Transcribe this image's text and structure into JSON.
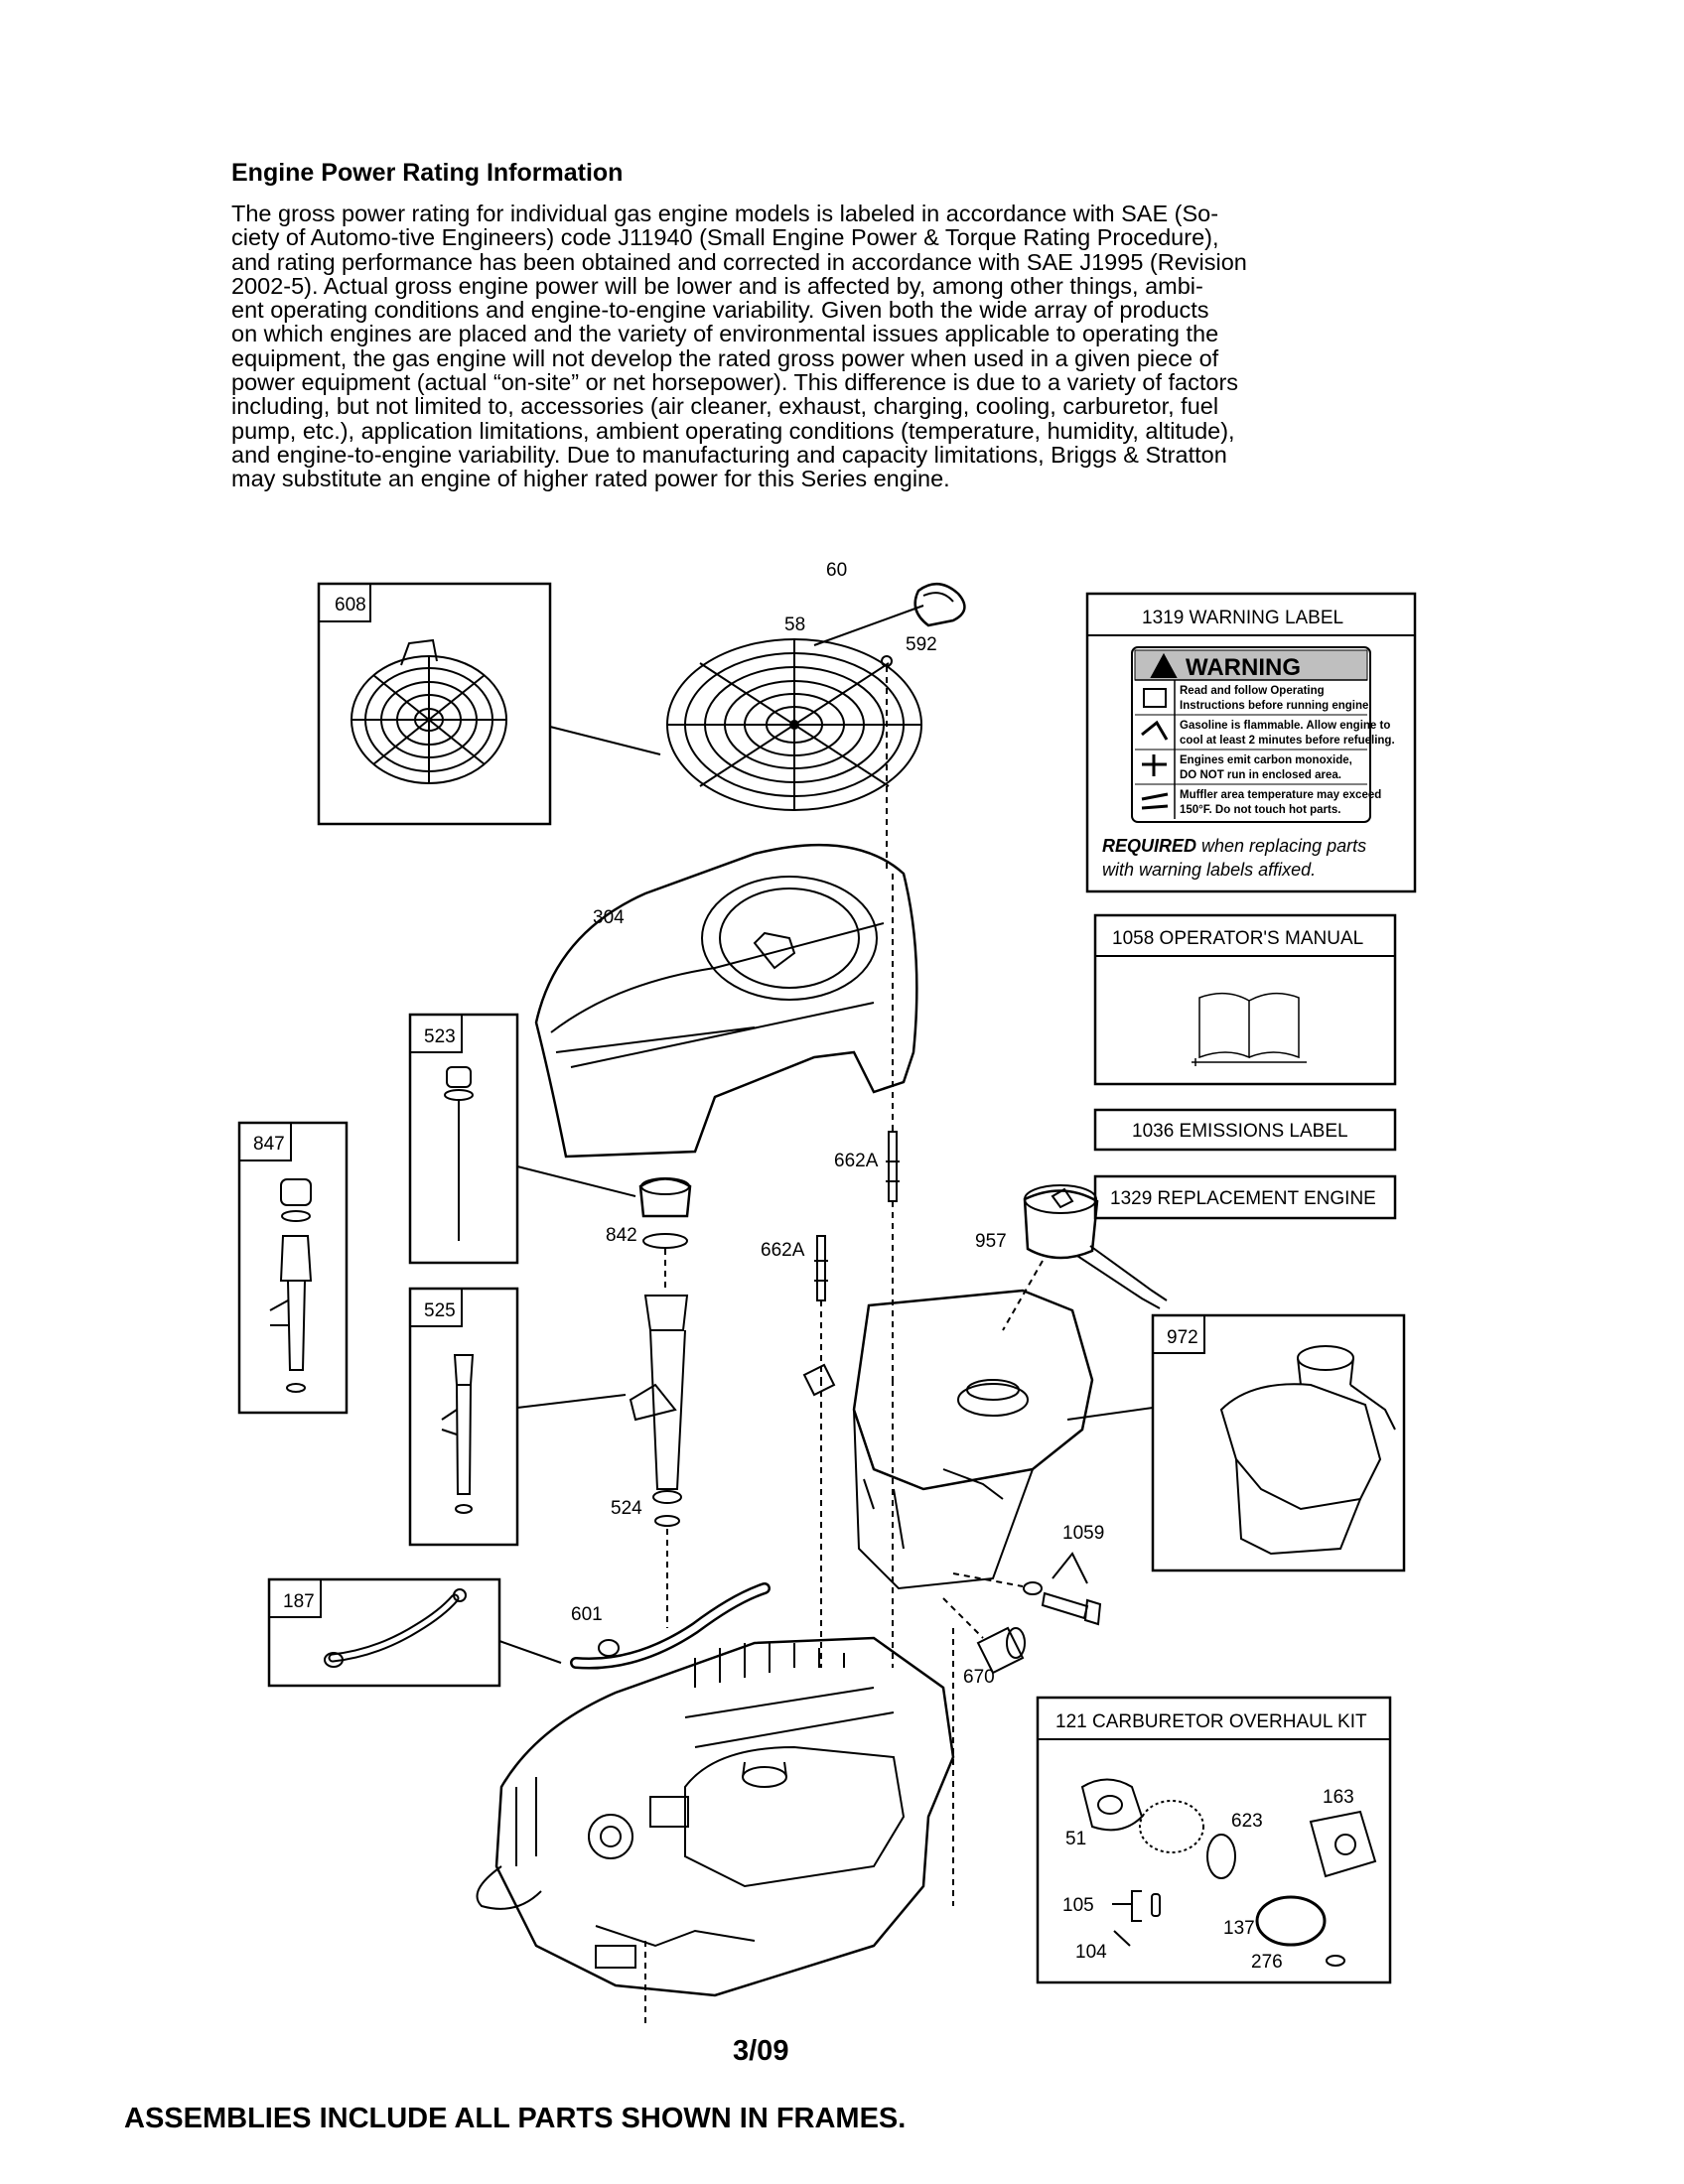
{
  "heading": "Engine Power Rating Information",
  "paragraph_lines": [
    "The gross power rating for individual gas engine models is labeled in accordance with SAE (So-",
    "ciety of Automo-tive Engineers) code J11940 (Small Engine Power & Torque Rating Procedure),",
    "and rating performance has been obtained and corrected in accordance with SAE J1995 (Revision",
    "2002-5).  Actual gross engine power will be lower and is affected by, among other things, ambi-",
    "ent operating conditions and engine-to-engine variability.  Given both the wide array of products",
    "on which engines are placed and the variety of environmental issues applicable to operating the",
    "equipment, the gas engine will not develop the rated gross power when used in a given piece of",
    "power equipment (actual “on-site” or net horsepower).  This difference is due to a variety of factors",
    "including, but not limited to, accessories (air cleaner, exhaust, charging, cooling, carburetor, fuel",
    "pump, etc.), application limitations, ambient operating conditions (temperature, humidity, altitude),",
    "and engine-to-engine variability.  Due to manufacturing and capacity limitations, Briggs & Stratton",
    "may substitute an engine of higher rated power for this Series engine."
  ],
  "frames": {
    "f608": "608",
    "f523": "523",
    "f847": "847",
    "f525": "525",
    "f187": "187",
    "f972": "972"
  },
  "part_labels": {
    "p60": "60",
    "p58": "58",
    "p592": "592",
    "p304": "304",
    "p662a_1": "662A",
    "p662a_2": "662A",
    "p842": "842",
    "p957": "957",
    "p524": "524",
    "p1059": "1059",
    "p601": "601",
    "p670": "670"
  },
  "info_boxes": {
    "warning_title": "1319 WARNING LABEL",
    "warning_heading": "WARNING",
    "warning_rows": [
      "Read and follow Operating",
      "Instructions before running engine.",
      "Gasoline is flammable. Allow engine to",
      "cool at least 2 minutes before refueling.",
      "Engines emit carbon monoxide,",
      "DO NOT run in enclosed area.",
      "Muffler area temperature may exceed",
      "150°F. Do not touch hot parts."
    ],
    "required_bold": "REQUIRED",
    "required_rest": " when replacing parts",
    "required_line2": "with warning labels affixed.",
    "manual_title": "1058 OPERATOR'S MANUAL",
    "emissions_title": "1036 EMISSIONS LABEL",
    "replacement_title": "1329 REPLACEMENT ENGINE",
    "carb_title": "121 CARBURETOR OVERHAUL KIT",
    "carb_labels": {
      "c51": "51",
      "c623": "623",
      "c163": "163",
      "c105": "105",
      "c137": "137",
      "c104": "104",
      "c276": "276"
    }
  },
  "page_number": "3/09",
  "footer": "ASSEMBLIES INCLUDE ALL PARTS SHOWN IN FRAMES."
}
